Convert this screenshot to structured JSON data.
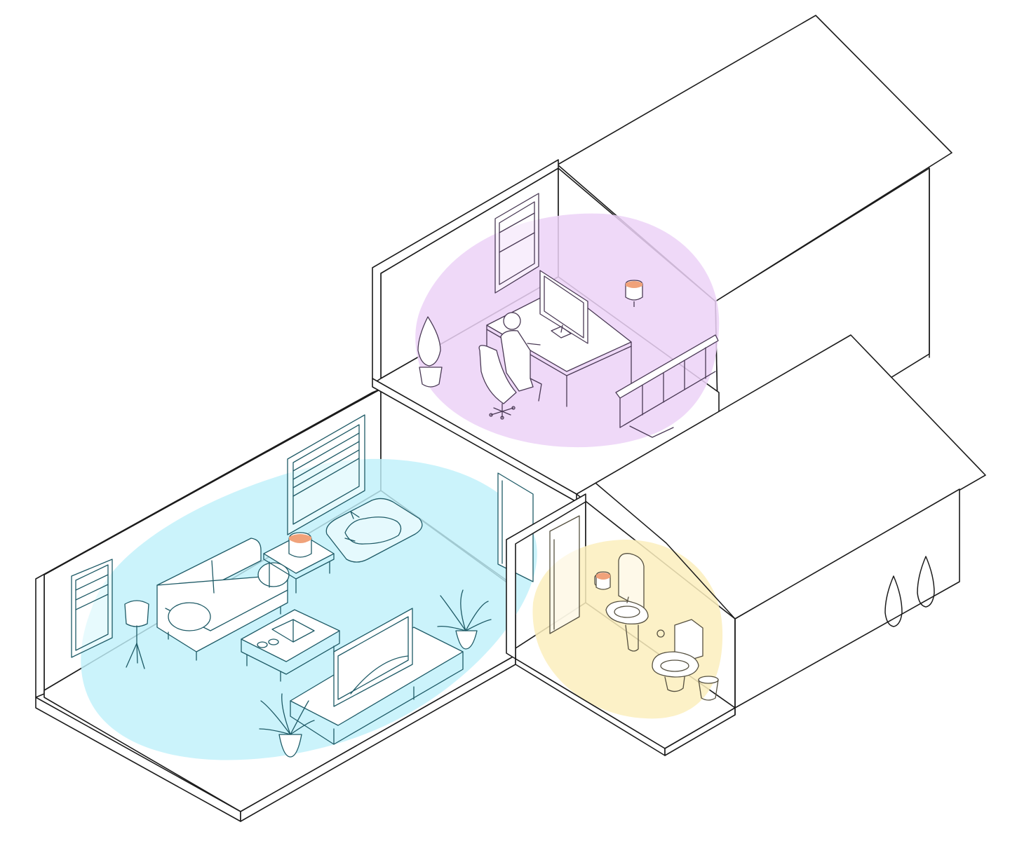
{
  "zones": {
    "living_room": {
      "color": "#bff0fa"
    },
    "office": {
      "color": "#ecd2f7"
    },
    "bathroom": {
      "color": "#fbeebd"
    }
  },
  "line_colors": {
    "outline": "#1b1b1b",
    "living_items": "#1e5a66",
    "office_items": "#4a3a55",
    "bathroom_items": "#555040"
  },
  "hubs": [
    {
      "room": "living_room",
      "accent": "#f0a27a"
    },
    {
      "room": "office",
      "accent": "#f0a27a"
    },
    {
      "room": "bathroom",
      "accent": "#f0a27a"
    }
  ],
  "icons": [
    "house-cutaway",
    "sofa-icon",
    "floor-lamp-icon",
    "coffee-table-icon",
    "book-icon",
    "glasses-icon",
    "side-table-icon",
    "smart-speaker-icon",
    "dog-bed-icon",
    "dog-icon",
    "tv-icon",
    "tv-console-icon",
    "plant-icon",
    "desk-icon",
    "monitor-icon",
    "person-icon",
    "office-chair-icon",
    "railing-icon",
    "sink-icon",
    "mirror-icon",
    "toilet-icon",
    "bin-icon",
    "toilet-paper-icon",
    "tree-icon"
  ]
}
